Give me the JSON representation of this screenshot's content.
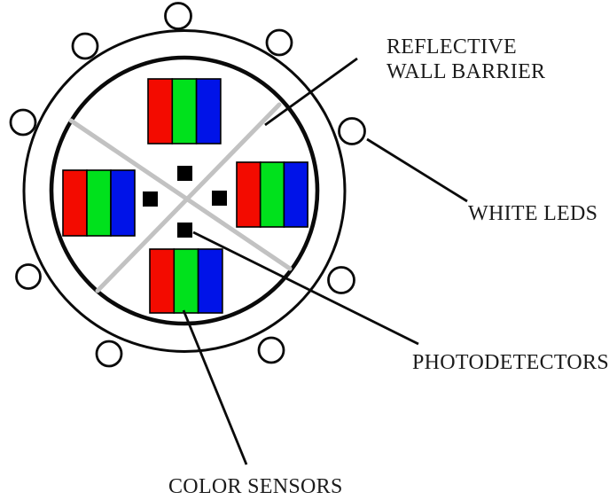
{
  "diagram": {
    "title_implicit": "Color sensing device cross-section",
    "labels": {
      "reflective_wall_barrier_line1": "REFLECTIVE",
      "reflective_wall_barrier_line2": "WALL BARRIER",
      "white_leds": "WHITE LEDS",
      "photodetectors": "PHOTODETECTORS",
      "color_sensors": "COLOR SENSORS"
    },
    "colors": {
      "sensor_red": "#f30b00",
      "sensor_green": "#00e11c",
      "sensor_blue": "#0013e8",
      "barrier_gray": "#c2c2c2",
      "outline_black": "#0a0a0a",
      "background": "#ffffff"
    },
    "counts": {
      "white_leds": 9,
      "color_sensors": 4,
      "photodetectors": 4,
      "barrier_walls": 2
    }
  }
}
